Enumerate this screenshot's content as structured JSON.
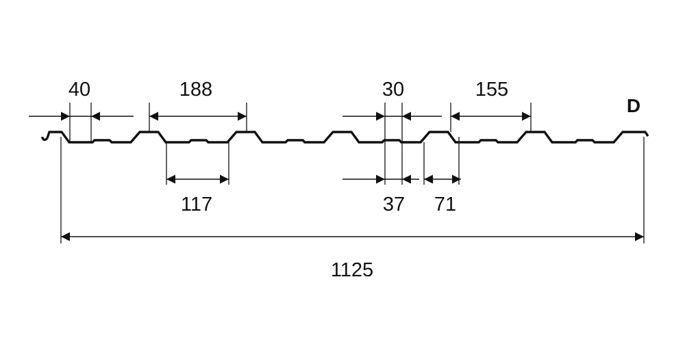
{
  "profile_label": "D",
  "dimensions": {
    "rib_top": "40",
    "pitch_left": "188",
    "trough_width": "117",
    "small_rib_top": "30",
    "pitch_right": "155",
    "bump_width": "37",
    "slope_width": "71",
    "total_width": "1125"
  },
  "colors": {
    "line": "#111111",
    "background": "#ffffff"
  }
}
